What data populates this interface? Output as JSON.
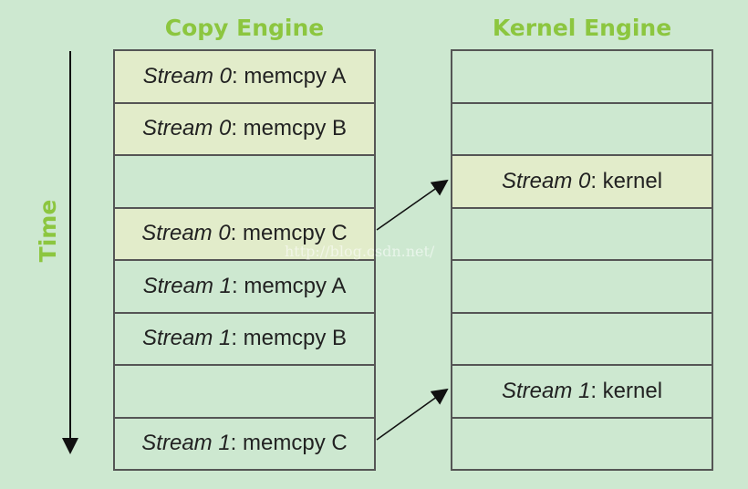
{
  "diagram": {
    "copy_engine": {
      "title": "Copy Engine",
      "cells": [
        {
          "stream": "Stream 0",
          "op": ": memcpy A",
          "highlight": true
        },
        {
          "stream": "Stream 0",
          "op": ": memcpy B",
          "highlight": true
        },
        {
          "stream": "",
          "op": "",
          "highlight": false
        },
        {
          "stream": "Stream 0",
          "op": ": memcpy C",
          "highlight": true
        },
        {
          "stream": "Stream 1",
          "op": ": memcpy A",
          "highlight": false
        },
        {
          "stream": "Stream 1",
          "op": ": memcpy B",
          "highlight": false
        },
        {
          "stream": "",
          "op": "",
          "highlight": false
        },
        {
          "stream": "Stream 1",
          "op": ": memcpy C",
          "highlight": false
        }
      ]
    },
    "kernel_engine": {
      "title": "Kernel Engine",
      "cells": [
        {
          "stream": "",
          "op": "",
          "highlight": false
        },
        {
          "stream": "",
          "op": "",
          "highlight": false
        },
        {
          "stream": "Stream 0",
          "op": ": kernel",
          "highlight": true
        },
        {
          "stream": "",
          "op": "",
          "highlight": false
        },
        {
          "stream": "",
          "op": "",
          "highlight": false
        },
        {
          "stream": "",
          "op": "",
          "highlight": false
        },
        {
          "stream": "Stream 1",
          "op": ": kernel",
          "highlight": false
        },
        {
          "stream": "",
          "op": "",
          "highlight": false
        }
      ]
    },
    "time_axis_label": "Time",
    "watermark": "http://blog.csdn.net/",
    "colors": {
      "background": "#cde8d0",
      "title": "#8cc63f",
      "highlight_cell": "#e2ecca",
      "border": "#555555"
    }
  }
}
